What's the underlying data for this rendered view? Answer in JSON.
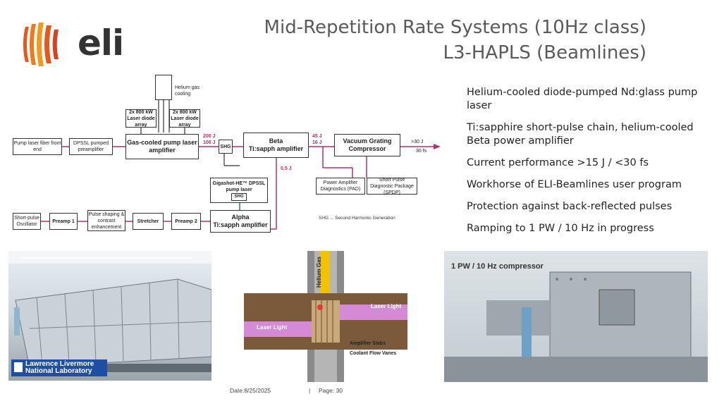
{
  "logo": {
    "text": "eli",
    "brand_color": "#e8561f"
  },
  "title": {
    "line1": "Mid-Repetition Rate Systems (10Hz class)",
    "line2": "L3-HAPLS (Beamlines)"
  },
  "bullets": [
    "Helium-cooled diode-pumped Nd:glass pump laser",
    "Ti:sapphire short-pulse chain, helium-cooled Beta power amplifier",
    "Current performance  >15 J / <30 fs",
    "Workhorse of ELI-Beamlines user program",
    "Protection against back-reflected pulses",
    "Ramping to 1 PW / 10 Hz in progress"
  ],
  "diagram": {
    "helium_cooling": "Helium gas cooling",
    "diode_array_1": "2x 800 kW Laser diode array",
    "diode_array_2": "2x 800 kW Laser diode array",
    "pump_front_end": "Pump laser fiber front end",
    "dpssl_preamp": "DPSSL pumped preamplifier",
    "gas_cooled_amp": "Gas-cooled pump laser amplifier",
    "shg": "SHG",
    "beta_line1": "Beta",
    "beta_line2": "Ti:sapph amplifier",
    "compressor_line1": "Vacuum Grating",
    "compressor_line2": "Compressor",
    "pad": "Power Amplifier Diagnostics (PAD)",
    "spdp": "Short Pulse Diagnostic Package (SPDP)",
    "gigashot": "Gigashot-HE™ DPSSL pump laser",
    "shg2": "SHG",
    "oscillator": "Short-pulse Oscillator",
    "preamp1": "Preamp 1",
    "pulse_shaping": "Pulse shaping & contrast enhancement",
    "stretcher": "Stretcher",
    "preamp2": "Preamp 2",
    "alpha_line1": "Alpha",
    "alpha_line2": "Ti:sapph amplifier",
    "e200": "200 J",
    "e100": "100 J",
    "e45": "45 J",
    "e16": "16 J",
    "e05": "0.5 J",
    "out_energy": ">30 J",
    "out_duration": "30 fs",
    "shg_note": "SHG ... Second Harmonic Generation",
    "line_color": "#b03070"
  },
  "photos": {
    "llnl_line1": "Lawrence Livermore",
    "llnl_line2": "National Laboratory",
    "helium_gas": "Helium Gas",
    "laser_light_1": "Laser Light",
    "laser_light_2": "Laser Light",
    "amplifier_slabs": "Amplifier Slabs",
    "coolant_vanes": "Coolant Flow Vanes",
    "compressor_caption": "1 PW / 10 Hz compressor"
  },
  "footer": {
    "date": "Date:8/25/2025",
    "separator": "|",
    "page": "Page: 30"
  }
}
